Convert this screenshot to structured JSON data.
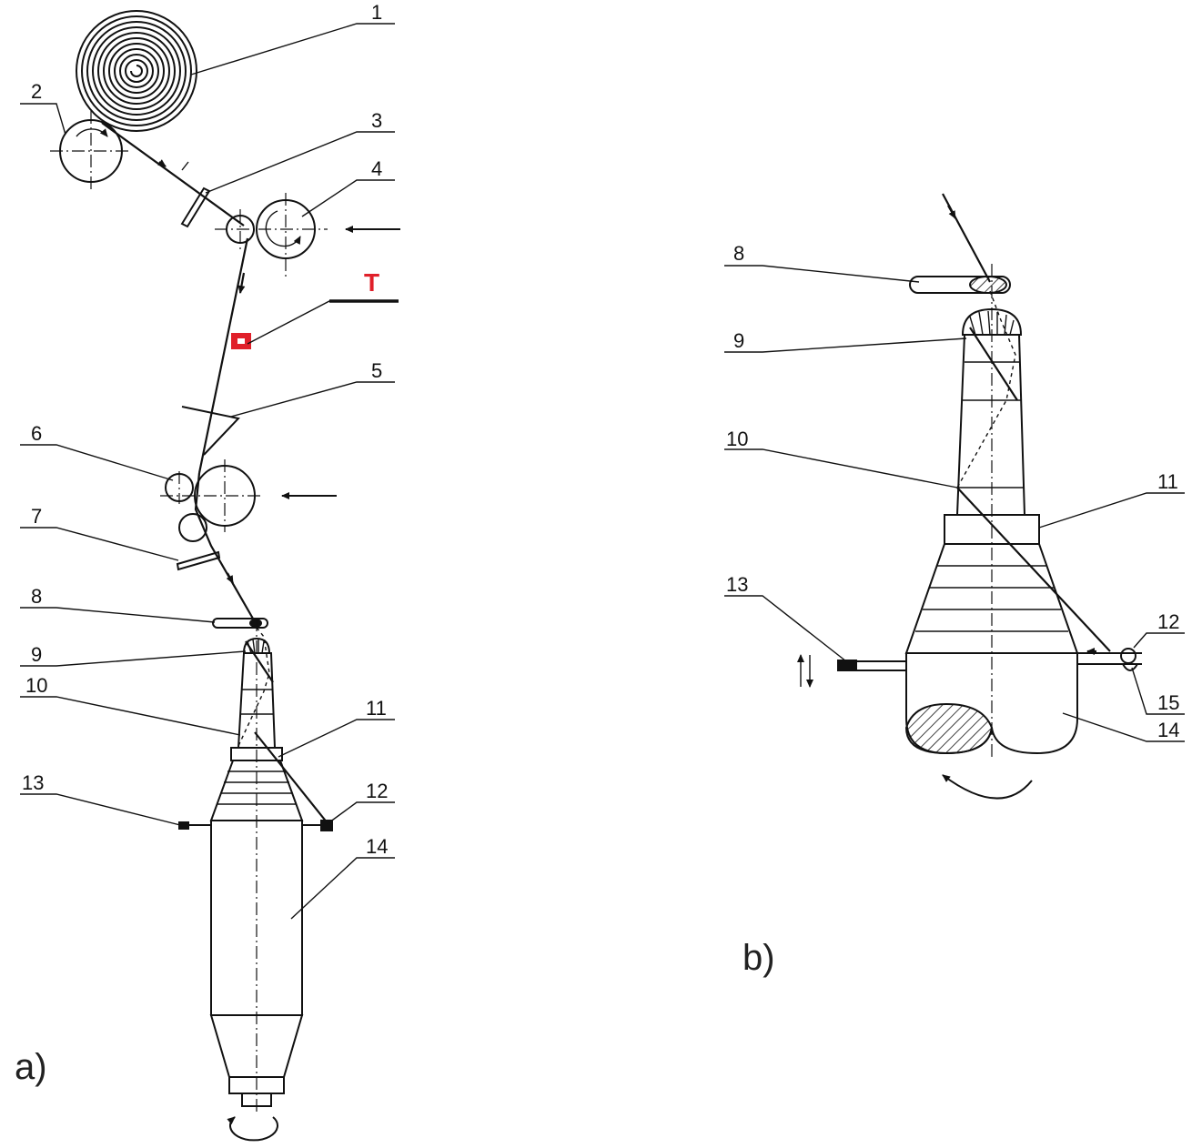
{
  "diagram_a": {
    "panel_label": "a)",
    "callouts": {
      "c1": "1",
      "c2": "2",
      "c3": "3",
      "c4": "4",
      "sensor": "T",
      "c5": "5",
      "c6": "6",
      "c7": "7",
      "c8": "8",
      "c9": "9",
      "c10": "10",
      "c11": "11",
      "c12": "12",
      "c13": "13",
      "c14": "14"
    },
    "sensor_color": "#e0202a"
  },
  "diagram_b": {
    "panel_label": "b)",
    "callouts": {
      "c8": "8",
      "c9": "9",
      "c10": "10",
      "c11": "11",
      "c12": "12",
      "c13": "13",
      "c14": "14",
      "c15": "15"
    }
  }
}
